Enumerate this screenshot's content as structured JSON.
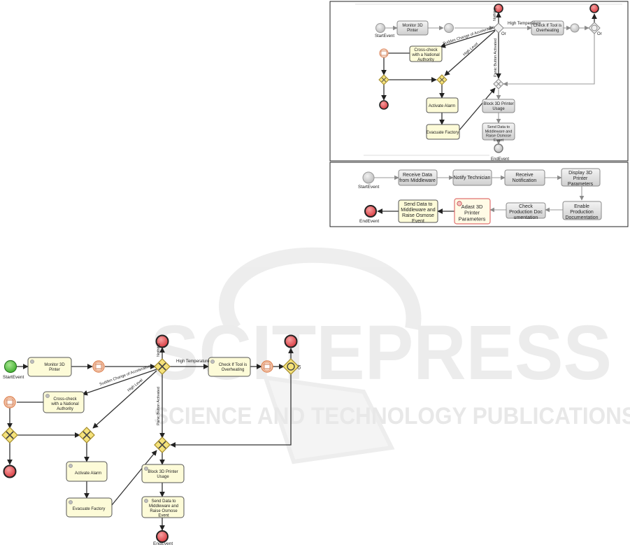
{
  "watermark": {
    "big": "SCITEPRESS",
    "sub": "SCIENCE AND TECHNOLOGY PUBLICATIONS",
    "color": "#e8e8e8"
  },
  "colors": {
    "task_fill": "#fdfbd8",
    "gateway_fill": "#f5e27a",
    "start_green": "#4fbf3c",
    "end_red": "#e0555a",
    "message_event": "#e89a6a"
  },
  "top_right_diagram": {
    "start_label": "StartEvent",
    "end_label": "EndEvent",
    "tasks": {
      "monitor": "Monitor 3D|Pinter",
      "cross_check": "Cross-check|with a National|Authority",
      "check_tool": "Check If Tool is|Overheating",
      "activate_alarm": "Activate Alarm",
      "evacuate": "Evacuate Factory",
      "block": "Block 3D Printer|Usage",
      "send": "Send Data to|Middleware and|Raise Osmose|Event"
    },
    "flows": {
      "high_temp": "High Temperature",
      "sudden": "Sudden Change of Acceleration",
      "high_level": "High Level",
      "panic": "Panic Button Activated",
      "nothing": "Nothing",
      "or1": "Or",
      "or2": "Or"
    }
  },
  "middle_right_diagram": {
    "start_label": "StartEvent",
    "end_label": "EndEvent",
    "tasks": {
      "receive_data": "Receive Data|from Middleware",
      "notify": "Notify Technician",
      "receive_notif": "Receive|Notification",
      "display": "Display 3D|Printer|Parameters",
      "enable": "Enable|Production|Documentation",
      "check_prod": "Check|Production Doc|umentation",
      "adapt": "Adast 3D|Printer|Parameters",
      "send": "Send Data to|Middleware and|Raise Osmose|Event"
    }
  },
  "bottom_left_diagram": {
    "start_label": "StartEvent",
    "end_label": "EndEvent",
    "tasks": {
      "monitor": "Monitor 3D|Pinter",
      "cross_check": "Cross-check|with a National|Authority",
      "check_tool": "Check If Tool is|Overheating",
      "activate_alarm": "Activate Alarm",
      "evacuate": "Evacuate Factory",
      "block": "Block 3D Printer|Usage",
      "send": "Send Data to|Middleware and|Raise Osmose|Event"
    },
    "flows": {
      "high_temp": "High Temperature",
      "sudden": "Sudden Change of Acceleration",
      "high_level": "High Level",
      "panic": "Panic Button Activated",
      "nothing": "Nothing",
      "or": "Or"
    }
  }
}
